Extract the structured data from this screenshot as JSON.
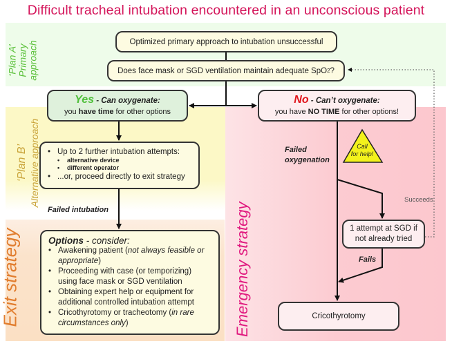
{
  "title": "Difficult tracheal intubation encountered in an unconscious patient",
  "zones": {
    "plan_a": {
      "line1": "‘Plan A’",
      "line2": "Primary",
      "line3": "approach",
      "color": "#5cc13c"
    },
    "plan_b": {
      "line1": "‘Plan B’",
      "line2": "Alternative approach",
      "color": "#c9a43a"
    },
    "exit": {
      "label": "Exit strategy",
      "color": "#e17d2e"
    },
    "emergency": {
      "label": "Emergency strategy",
      "color": "#e0197f"
    }
  },
  "boxes": {
    "primary": "Optimized primary approach to intubation unsuccessful",
    "question": {
      "text": "Does face mask or SGD ventilation maintain adequate SpO",
      "sub": "2",
      "suffix": "?"
    },
    "yes": {
      "big": "Yes",
      "head": " - Can oxygenate:",
      "line2_pre": "you ",
      "line2_bold": "have time",
      "line2_post": " for other options",
      "accent": "#4fbf3a"
    },
    "no": {
      "big": "No",
      "head": " - Can’t oxygenate:",
      "line2_pre": "you have ",
      "line2_bold": "NO TIME",
      "line2_post": " for other options!",
      "accent": "#e0141b"
    },
    "plan_b": {
      "item1": "Up to 2 further intubation attempts:",
      "sub1": "alternative device",
      "sub2": "different operator",
      "item2": "...or, proceed directly to exit strategy"
    },
    "exit": {
      "head_bold": "Options",
      "head_rest": " - consider:",
      "items": [
        {
          "text": "Awakening patient (",
          "italic": "not always feasible or appropriate",
          "end": ")"
        },
        {
          "text": "Proceeding with case (or temporizing) using face mask or SGD ventilation",
          "italic": "",
          "end": ""
        },
        {
          "text": "Obtaining expert help or equipment for additional controlled intubation attempt",
          "italic": "",
          "end": ""
        },
        {
          "text": "Cricothyrotomy or tracheotomy (",
          "italic": "in rare circumstances only",
          "end": ")"
        }
      ]
    },
    "sgd": {
      "line1": "1 attempt at SGD if",
      "line2": "not already tried"
    },
    "crico": "Cricothyrotomy"
  },
  "labels": {
    "failed_intubation": "Failed intubation",
    "failed_oxygenation_1": "Failed",
    "failed_oxygenation_2": "oxygenation",
    "fails": "Fails",
    "succeeds": "Succeeds",
    "call_help_1": "Call",
    "call_help_2": "for help!"
  }
}
